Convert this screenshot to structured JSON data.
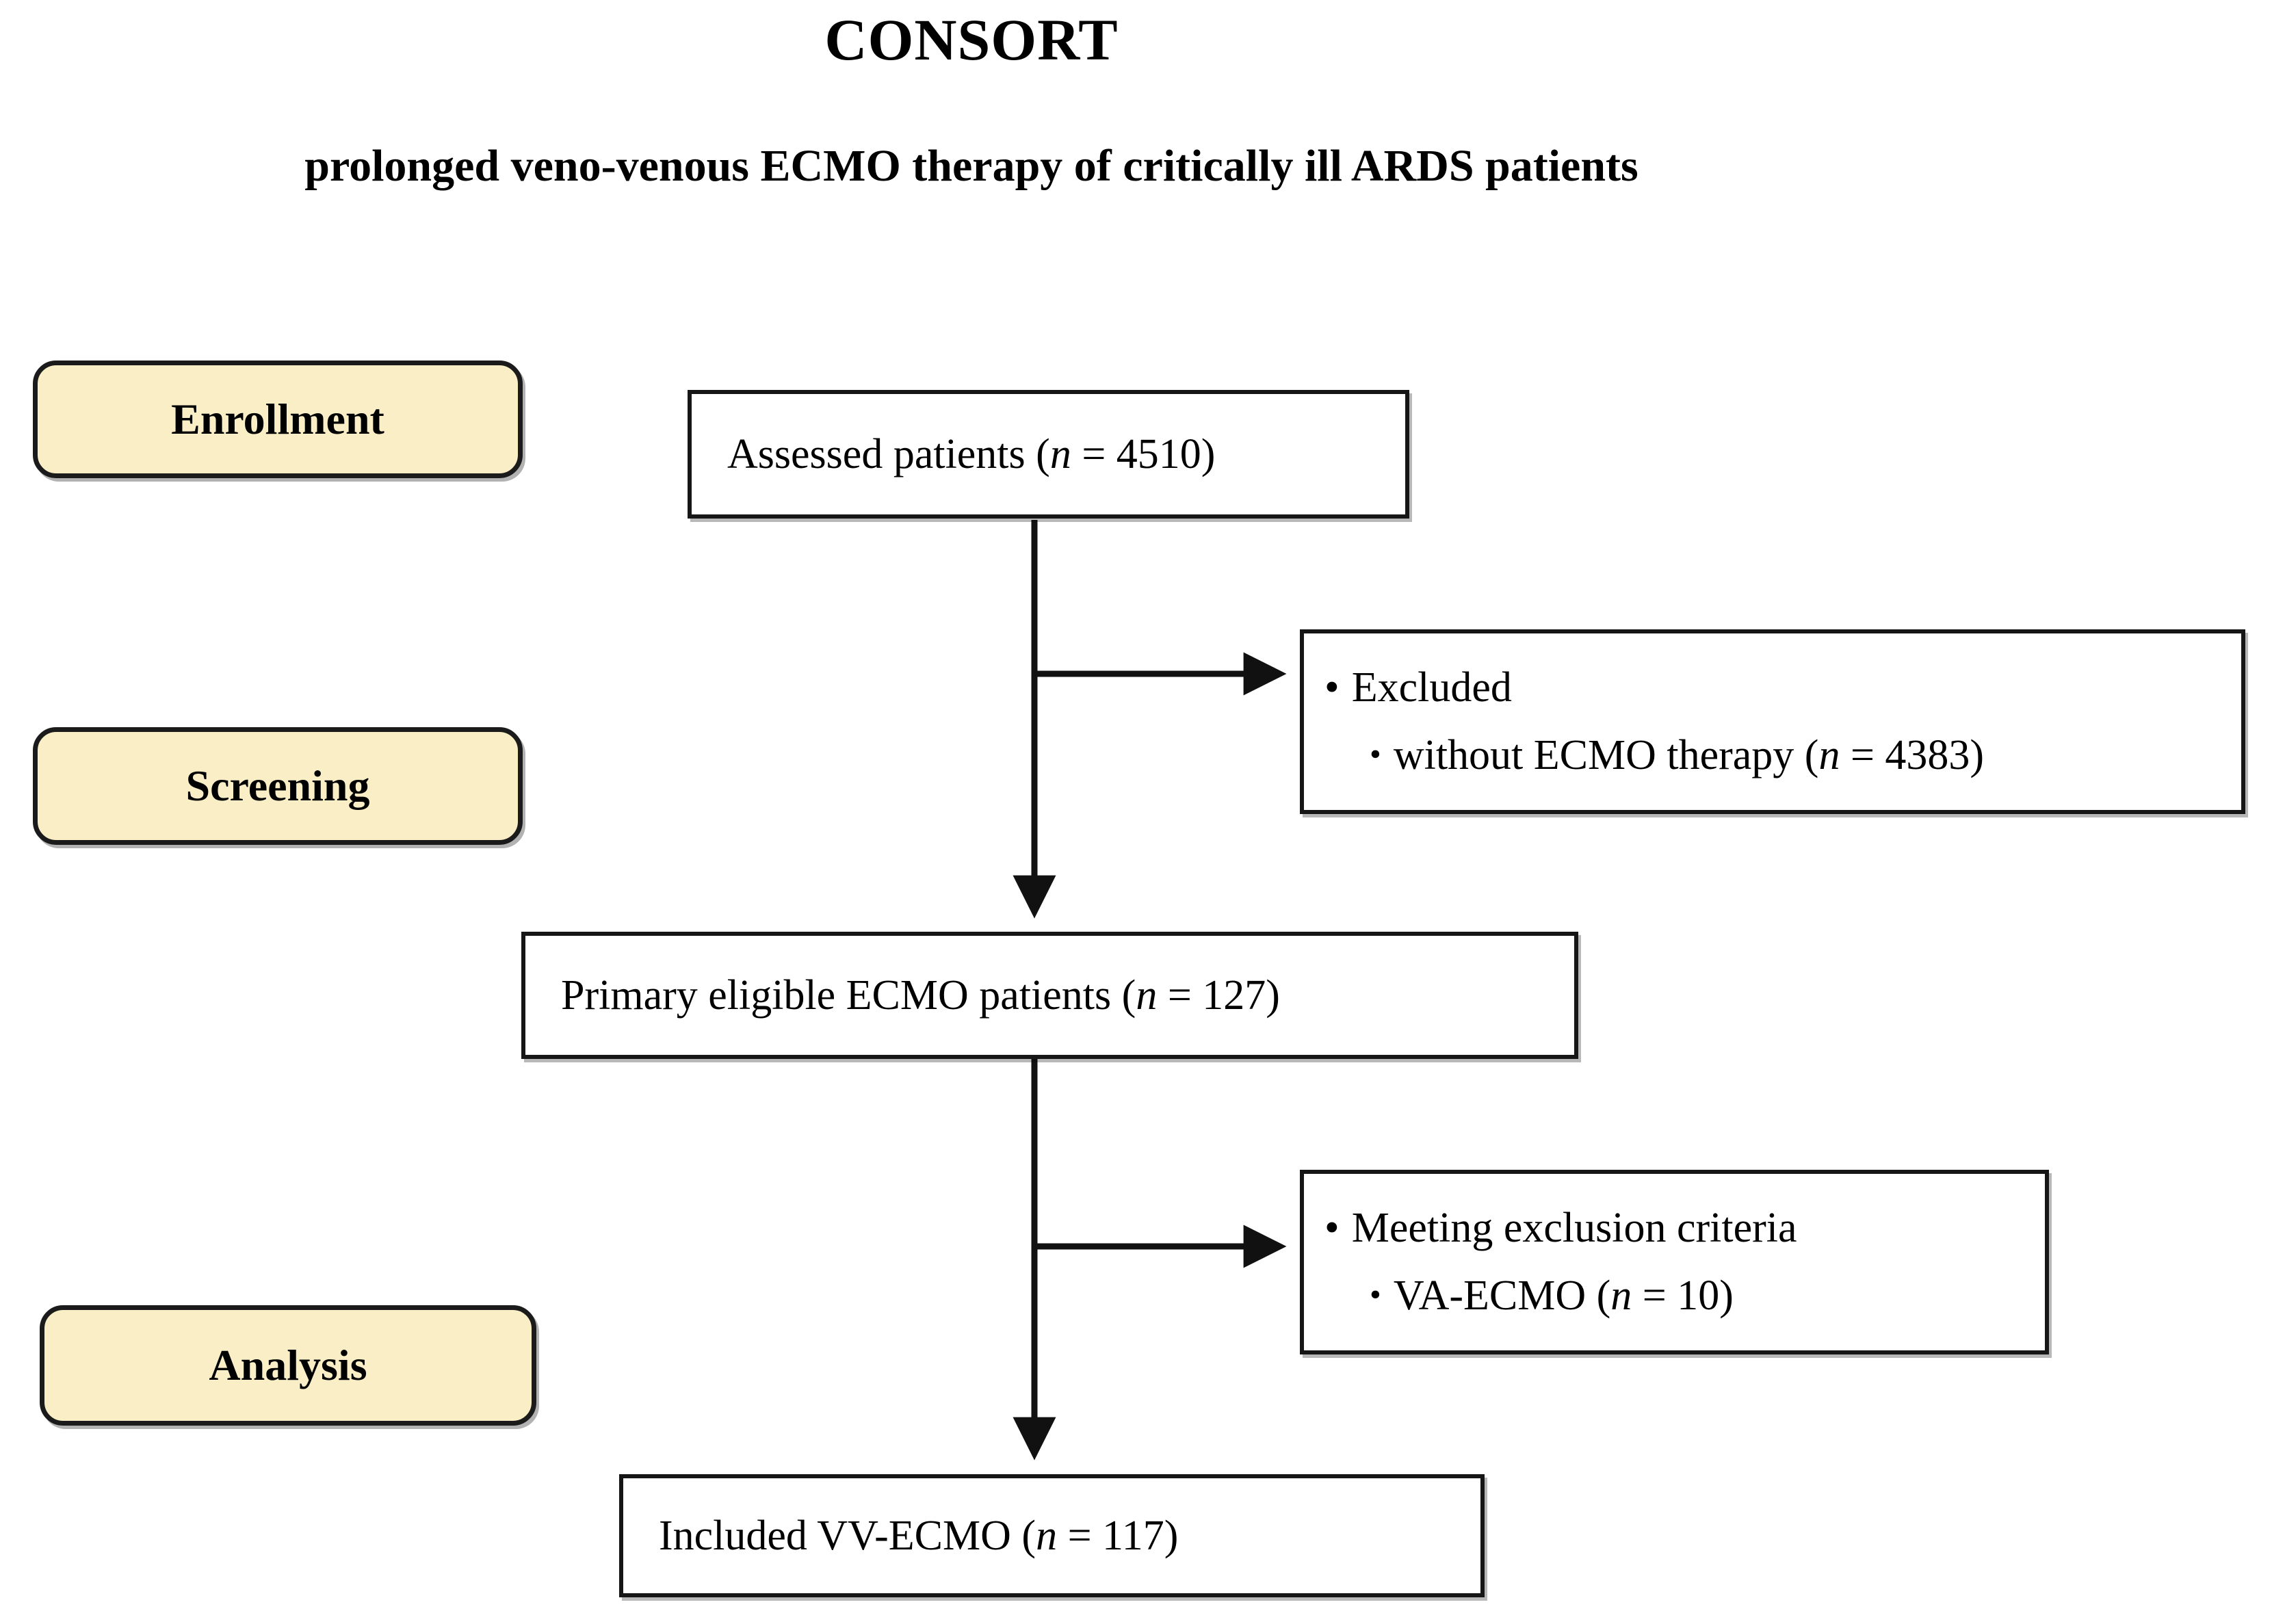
{
  "header": {
    "title": "CONSORT",
    "subtitle": "prolonged veno-venous ECMO therapy of critically ill ARDS patients"
  },
  "colors": {
    "badge_fill": "#faeec6",
    "badge_border": "#1b1b1b",
    "box_border": "#161616",
    "box_fill": "#ffffff",
    "text": "#000000",
    "background": "#ffffff"
  },
  "stages": [
    {
      "id": "enrollment",
      "label": "Enrollment"
    },
    {
      "id": "screening",
      "label": "Screening"
    },
    {
      "id": "analysis",
      "label": "Analysis"
    }
  ],
  "flow": {
    "assessed": {
      "text_prefix": "Assessed patients (",
      "n_symbol": "n",
      "text_middle": " = ",
      "count": "4510",
      "text_suffix": ")",
      "full_text": "Assessed patients (n = 4510)"
    },
    "excluded": {
      "bullet": "•",
      "heading": "Excluded",
      "sub_bullet": "•",
      "sub_prefix": "without ECMO therapy (",
      "n_symbol": "n",
      "sub_middle": " = ",
      "count": "4383",
      "sub_suffix": ")",
      "full_text": "• Excluded  • without ECMO therapy (n = 4383)"
    },
    "primary_eligible": {
      "text_prefix": "Primary eligible ECMO patients (",
      "n_symbol": "n",
      "text_middle": " = ",
      "count": "127",
      "text_suffix": ")",
      "full_text": "Primary eligible ECMO patients (n = 127)"
    },
    "exclusion_criteria": {
      "bullet": "•",
      "heading": "Meeting exclusion criteria",
      "sub_bullet": "•",
      "sub_prefix": "VA-ECMO (",
      "n_symbol": "n",
      "sub_middle": " = ",
      "count": "10",
      "sub_suffix": ")",
      "full_text": "• Meeting exclusion criteria  • VA-ECMO (n = 10)"
    },
    "included": {
      "text_prefix": "Included VV-ECMO (",
      "n_symbol": "n",
      "text_middle": " = ",
      "count": "117",
      "text_suffix": ")",
      "full_text": "Included VV-ECMO (n = 117)"
    }
  },
  "chart_data": {
    "type": "diagram",
    "title": "CONSORT",
    "subtitle": "prolonged veno-venous ECMO therapy of critically ill ARDS patients",
    "nodes": [
      {
        "id": "assessed",
        "stage": "Enrollment",
        "label": "Assessed patients (n = 4510)",
        "value": 4510
      },
      {
        "id": "excluded",
        "stage": "Screening",
        "label": "Excluded: without ECMO therapy (n = 4383)",
        "value": 4383
      },
      {
        "id": "primary_eligible",
        "stage": "Screening",
        "label": "Primary eligible ECMO patients (n = 127)",
        "value": 127
      },
      {
        "id": "exclusion_criteria",
        "stage": "Analysis",
        "label": "Meeting exclusion criteria: VA-ECMO (n = 10)",
        "value": 10
      },
      {
        "id": "included",
        "stage": "Analysis",
        "label": "Included VV-ECMO (n = 117)",
        "value": 117
      }
    ],
    "edges": [
      {
        "from": "assessed",
        "to": "excluded",
        "type": "branch"
      },
      {
        "from": "assessed",
        "to": "primary_eligible",
        "type": "main"
      },
      {
        "from": "primary_eligible",
        "to": "exclusion_criteria",
        "type": "branch"
      },
      {
        "from": "primary_eligible",
        "to": "included",
        "type": "main"
      }
    ]
  }
}
